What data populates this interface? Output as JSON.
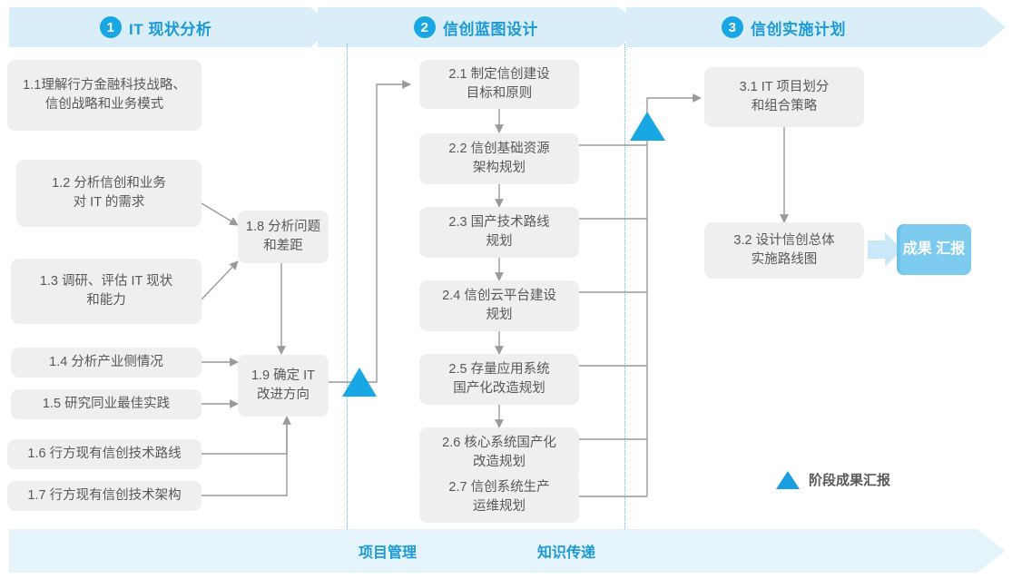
{
  "header": {
    "phases": [
      {
        "num": "1",
        "label": "IT 现状分析"
      },
      {
        "num": "2",
        "label": "信创蓝图设计"
      },
      {
        "num": "3",
        "label": "信创实施计划"
      }
    ]
  },
  "colors": {
    "accent_blue": "#19A7E4",
    "title_blue": "#1C9AD6",
    "banner_fill": "#D9EEF9",
    "banner_fill_light": "#E5F4FB",
    "node_bg": "#EFEFEF",
    "node_text": "#58585A",
    "connector": "#9A9A9A",
    "divider_dotted": "#57BDE8",
    "result_chip_bg": "#7DCBEE"
  },
  "phase1_nodes": [
    {
      "id": "1.1",
      "lines": [
        "1.1理解行方金融科技战略、",
        "信创战略和业务模式"
      ]
    },
    {
      "id": "1.2",
      "lines": [
        "1.2 分析信创和业务",
        "对 IT 的需求"
      ]
    },
    {
      "id": "1.3",
      "lines": [
        "1.3 调研、评估 IT 现状",
        "和能力"
      ]
    },
    {
      "id": "1.4",
      "lines": [
        "1.4 分析产业侧情况"
      ]
    },
    {
      "id": "1.5",
      "lines": [
        "1.5 研究同业最佳实践"
      ]
    },
    {
      "id": "1.6",
      "lines": [
        "1.6 行方现有信创技术路线"
      ]
    },
    {
      "id": "1.7",
      "lines": [
        "1.7 行方现有信创技术架构"
      ]
    },
    {
      "id": "1.8",
      "lines": [
        "1.8 分析问题",
        "和差距"
      ]
    },
    {
      "id": "1.9",
      "lines": [
        "1.9 确定 IT",
        "改进方向"
      ]
    }
  ],
  "phase2_nodes": [
    {
      "id": "2.1",
      "lines": [
        "2.1 制定信创建设",
        "目标和原则"
      ]
    },
    {
      "id": "2.2",
      "lines": [
        "2.2 信创基础资源",
        "架构规划"
      ]
    },
    {
      "id": "2.3",
      "lines": [
        "2.3 国产技术路线",
        "规划"
      ]
    },
    {
      "id": "2.4",
      "lines": [
        "2.4 信创云平台建设",
        "规划"
      ]
    },
    {
      "id": "2.5",
      "lines": [
        "2.5 存量应用系统",
        "国产化改造规划"
      ]
    },
    {
      "id": "2.6",
      "lines": [
        "2.6 核心系统国产化",
        "改造规划"
      ]
    },
    {
      "id": "2.7",
      "lines": [
        "2.7 信创系统生产",
        "运维规划"
      ]
    }
  ],
  "phase3_nodes": [
    {
      "id": "3.1",
      "lines": [
        "3.1 IT 项目划分",
        "和组合策略"
      ]
    },
    {
      "id": "3.2",
      "lines": [
        "3.2 设计信创总体",
        "实施路线图"
      ]
    }
  ],
  "result_chip": {
    "lines": [
      "成果",
      "汇报"
    ]
  },
  "legend": {
    "marker": "triangle-marker",
    "text": "阶段成果汇报"
  },
  "footer": {
    "labels": [
      "项目管理",
      "知识传递"
    ]
  }
}
